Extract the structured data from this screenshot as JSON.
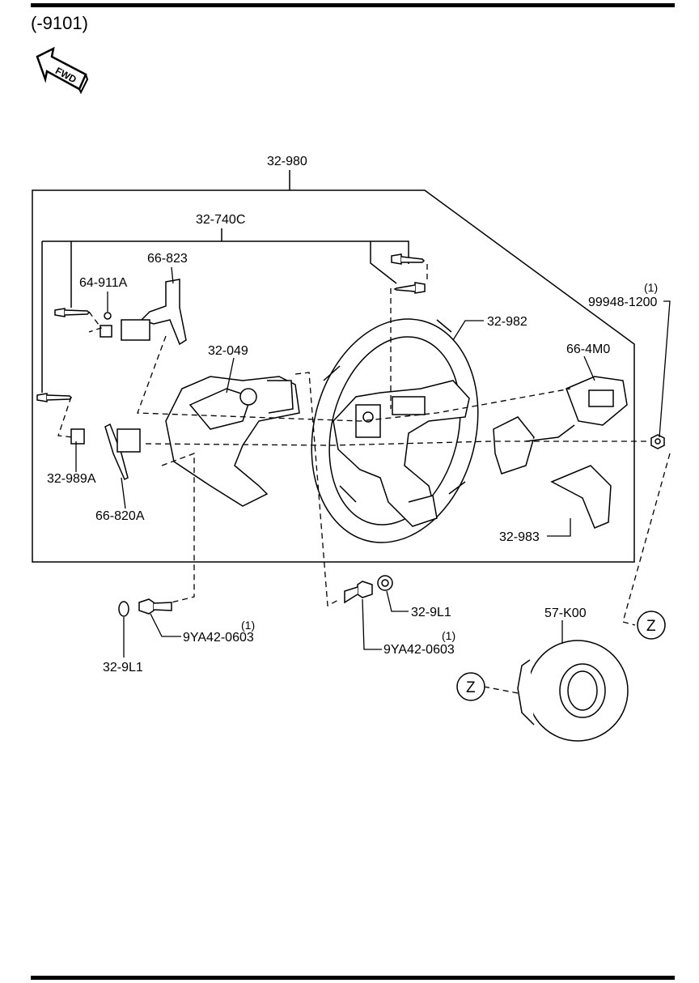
{
  "header": {
    "code": "(-9101)",
    "fwd_label": "FWD"
  },
  "parts": {
    "p32_980": "32-980",
    "p32_740C": "32-740C",
    "p66_823": "66-823",
    "p64_911A": "64-911A",
    "p32_049": "32-049",
    "p32_982": "32-982",
    "p99948_1200": "99948-1200",
    "p99948_1200_qty": "(1)",
    "p66_4M0": "66-4M0",
    "p32_989A": "32-989A",
    "p66_820A": "66-820A",
    "p32_983": "32-983",
    "p32_9L1_right": "32-9L1",
    "p9YA42_right": "9YA42-0603",
    "p9YA42_right_qty": "(1)",
    "p57_K00": "57-K00",
    "p9YA42_left": "9YA42-0603",
    "p9YA42_left_qty": "(1)",
    "p32_9L1_left": "32-9L1",
    "ref_z": "Z"
  }
}
